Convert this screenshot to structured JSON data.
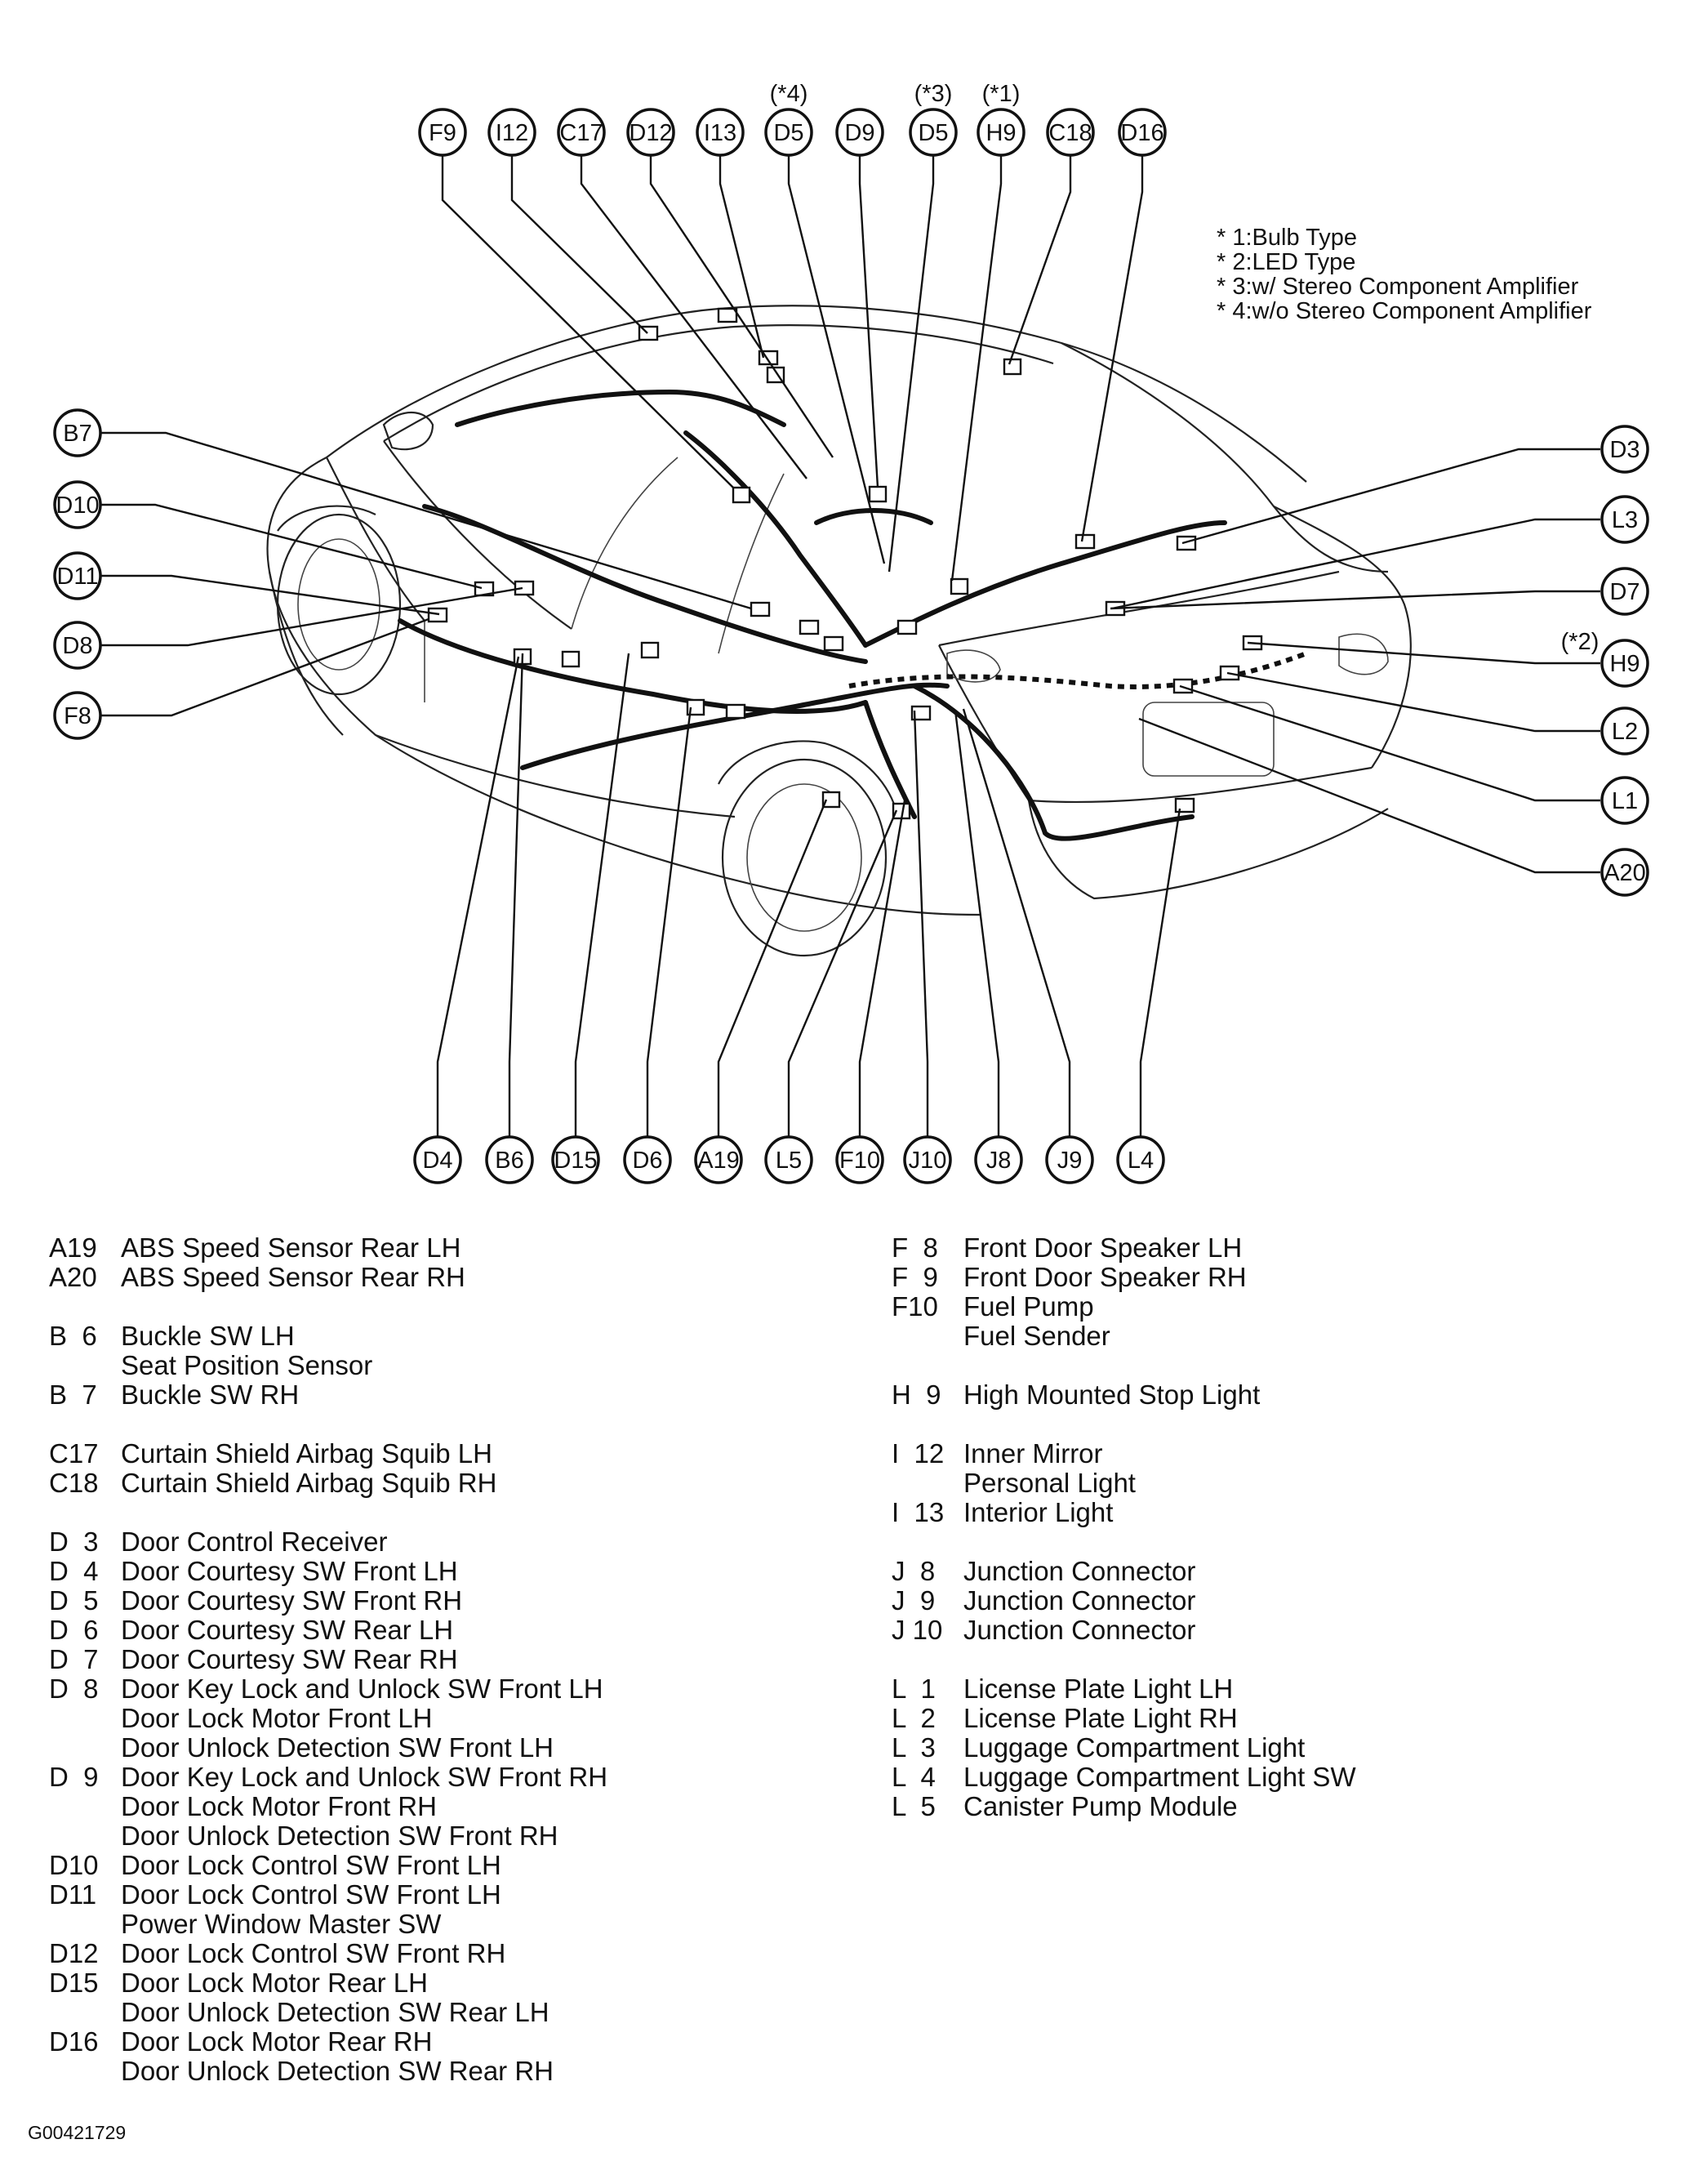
{
  "callouts": {
    "top": [
      "F9",
      "I12",
      "C17",
      "D12",
      "I13",
      "D5",
      "D9",
      "D5",
      "H9",
      "C18",
      "D16"
    ],
    "top_marks": [
      "(*4)",
      "(*3)",
      "(*1)"
    ],
    "left": [
      "B7",
      "D10",
      "D11",
      "D8",
      "F8"
    ],
    "right": [
      "D3",
      "L3",
      "D7",
      "H9",
      "L2",
      "L1",
      "A20"
    ],
    "right_marks": [
      "(*2)"
    ],
    "bottom": [
      "D4",
      "B6",
      "D15",
      "D6",
      "A19",
      "L5",
      "F10",
      "J10",
      "J8",
      "J9",
      "L4"
    ]
  },
  "footnotes": [
    "* 1:Bulb Type",
    "* 2:LED Type",
    "* 3:w/ Stereo Component Amplifier",
    "* 4:w/o Stereo Component Amplifier"
  ],
  "legend_left": [
    [
      {
        "code": "A19",
        "lines": [
          "ABS Speed Sensor Rear LH"
        ]
      },
      {
        "code": "A20",
        "lines": [
          "ABS Speed Sensor Rear RH"
        ]
      }
    ],
    [
      {
        "code": "B  6",
        "lines": [
          "Buckle SW LH",
          "Seat Position Sensor"
        ]
      },
      {
        "code": "B  7",
        "lines": [
          "Buckle SW RH"
        ]
      }
    ],
    [
      {
        "code": "C17",
        "lines": [
          "Curtain Shield Airbag Squib LH"
        ]
      },
      {
        "code": "C18",
        "lines": [
          "Curtain Shield Airbag Squib RH"
        ]
      }
    ],
    [
      {
        "code": "D  3",
        "lines": [
          "Door Control Receiver"
        ]
      },
      {
        "code": "D  4",
        "lines": [
          "Door Courtesy SW Front LH"
        ]
      },
      {
        "code": "D  5",
        "lines": [
          "Door Courtesy SW Front RH"
        ]
      },
      {
        "code": "D  6",
        "lines": [
          "Door Courtesy SW Rear LH"
        ]
      },
      {
        "code": "D  7",
        "lines": [
          "Door Courtesy SW Rear RH"
        ]
      },
      {
        "code": "D  8",
        "lines": [
          "Door Key Lock and Unlock SW Front LH",
          "Door Lock Motor Front LH",
          "Door Unlock Detection SW Front LH"
        ]
      },
      {
        "code": "D  9",
        "lines": [
          "Door Key Lock and Unlock SW Front RH",
          "Door Lock Motor Front RH",
          "Door Unlock Detection SW Front RH"
        ]
      },
      {
        "code": "D10",
        "lines": [
          "Door Lock Control SW Front LH"
        ]
      },
      {
        "code": "D11",
        "lines": [
          "Door Lock Control SW Front LH",
          "Power Window Master SW"
        ]
      },
      {
        "code": "D12",
        "lines": [
          "Door Lock Control SW Front RH"
        ]
      },
      {
        "code": "D15",
        "lines": [
          "Door Lock Motor Rear LH",
          "Door Unlock Detection SW Rear LH"
        ]
      },
      {
        "code": "D16",
        "lines": [
          "Door Lock Motor Rear RH",
          "Door Unlock Detection SW Rear RH"
        ]
      }
    ]
  ],
  "legend_right": [
    [
      {
        "code": "F  8",
        "lines": [
          "Front Door Speaker LH"
        ]
      },
      {
        "code": "F  9",
        "lines": [
          "Front Door Speaker RH"
        ]
      },
      {
        "code": "F10",
        "lines": [
          "Fuel Pump",
          "Fuel Sender"
        ]
      }
    ],
    [
      {
        "code": "H  9",
        "lines": [
          "High Mounted Stop Light"
        ]
      }
    ],
    [
      {
        "code": "I  12",
        "lines": [
          "Inner Mirror",
          "Personal Light"
        ]
      },
      {
        "code": "I  13",
        "lines": [
          "Interior Light"
        ]
      }
    ],
    [
      {
        "code": "J  8",
        "lines": [
          "Junction Connector"
        ]
      },
      {
        "code": "J  9",
        "lines": [
          "Junction Connector"
        ]
      },
      {
        "code": "J 10",
        "lines": [
          "Junction Connector"
        ]
      }
    ],
    [
      {
        "code": "L  1",
        "lines": [
          "License Plate Light LH"
        ]
      },
      {
        "code": "L  2",
        "lines": [
          "License Plate Light RH"
        ]
      },
      {
        "code": "L  3",
        "lines": [
          "Luggage Compartment Light"
        ]
      },
      {
        "code": "L  4",
        "lines": [
          "Luggage Compartment Light SW"
        ]
      },
      {
        "code": "L  5",
        "lines": [
          "Canister Pump Module"
        ]
      }
    ]
  ],
  "figure_id": "G00421729"
}
